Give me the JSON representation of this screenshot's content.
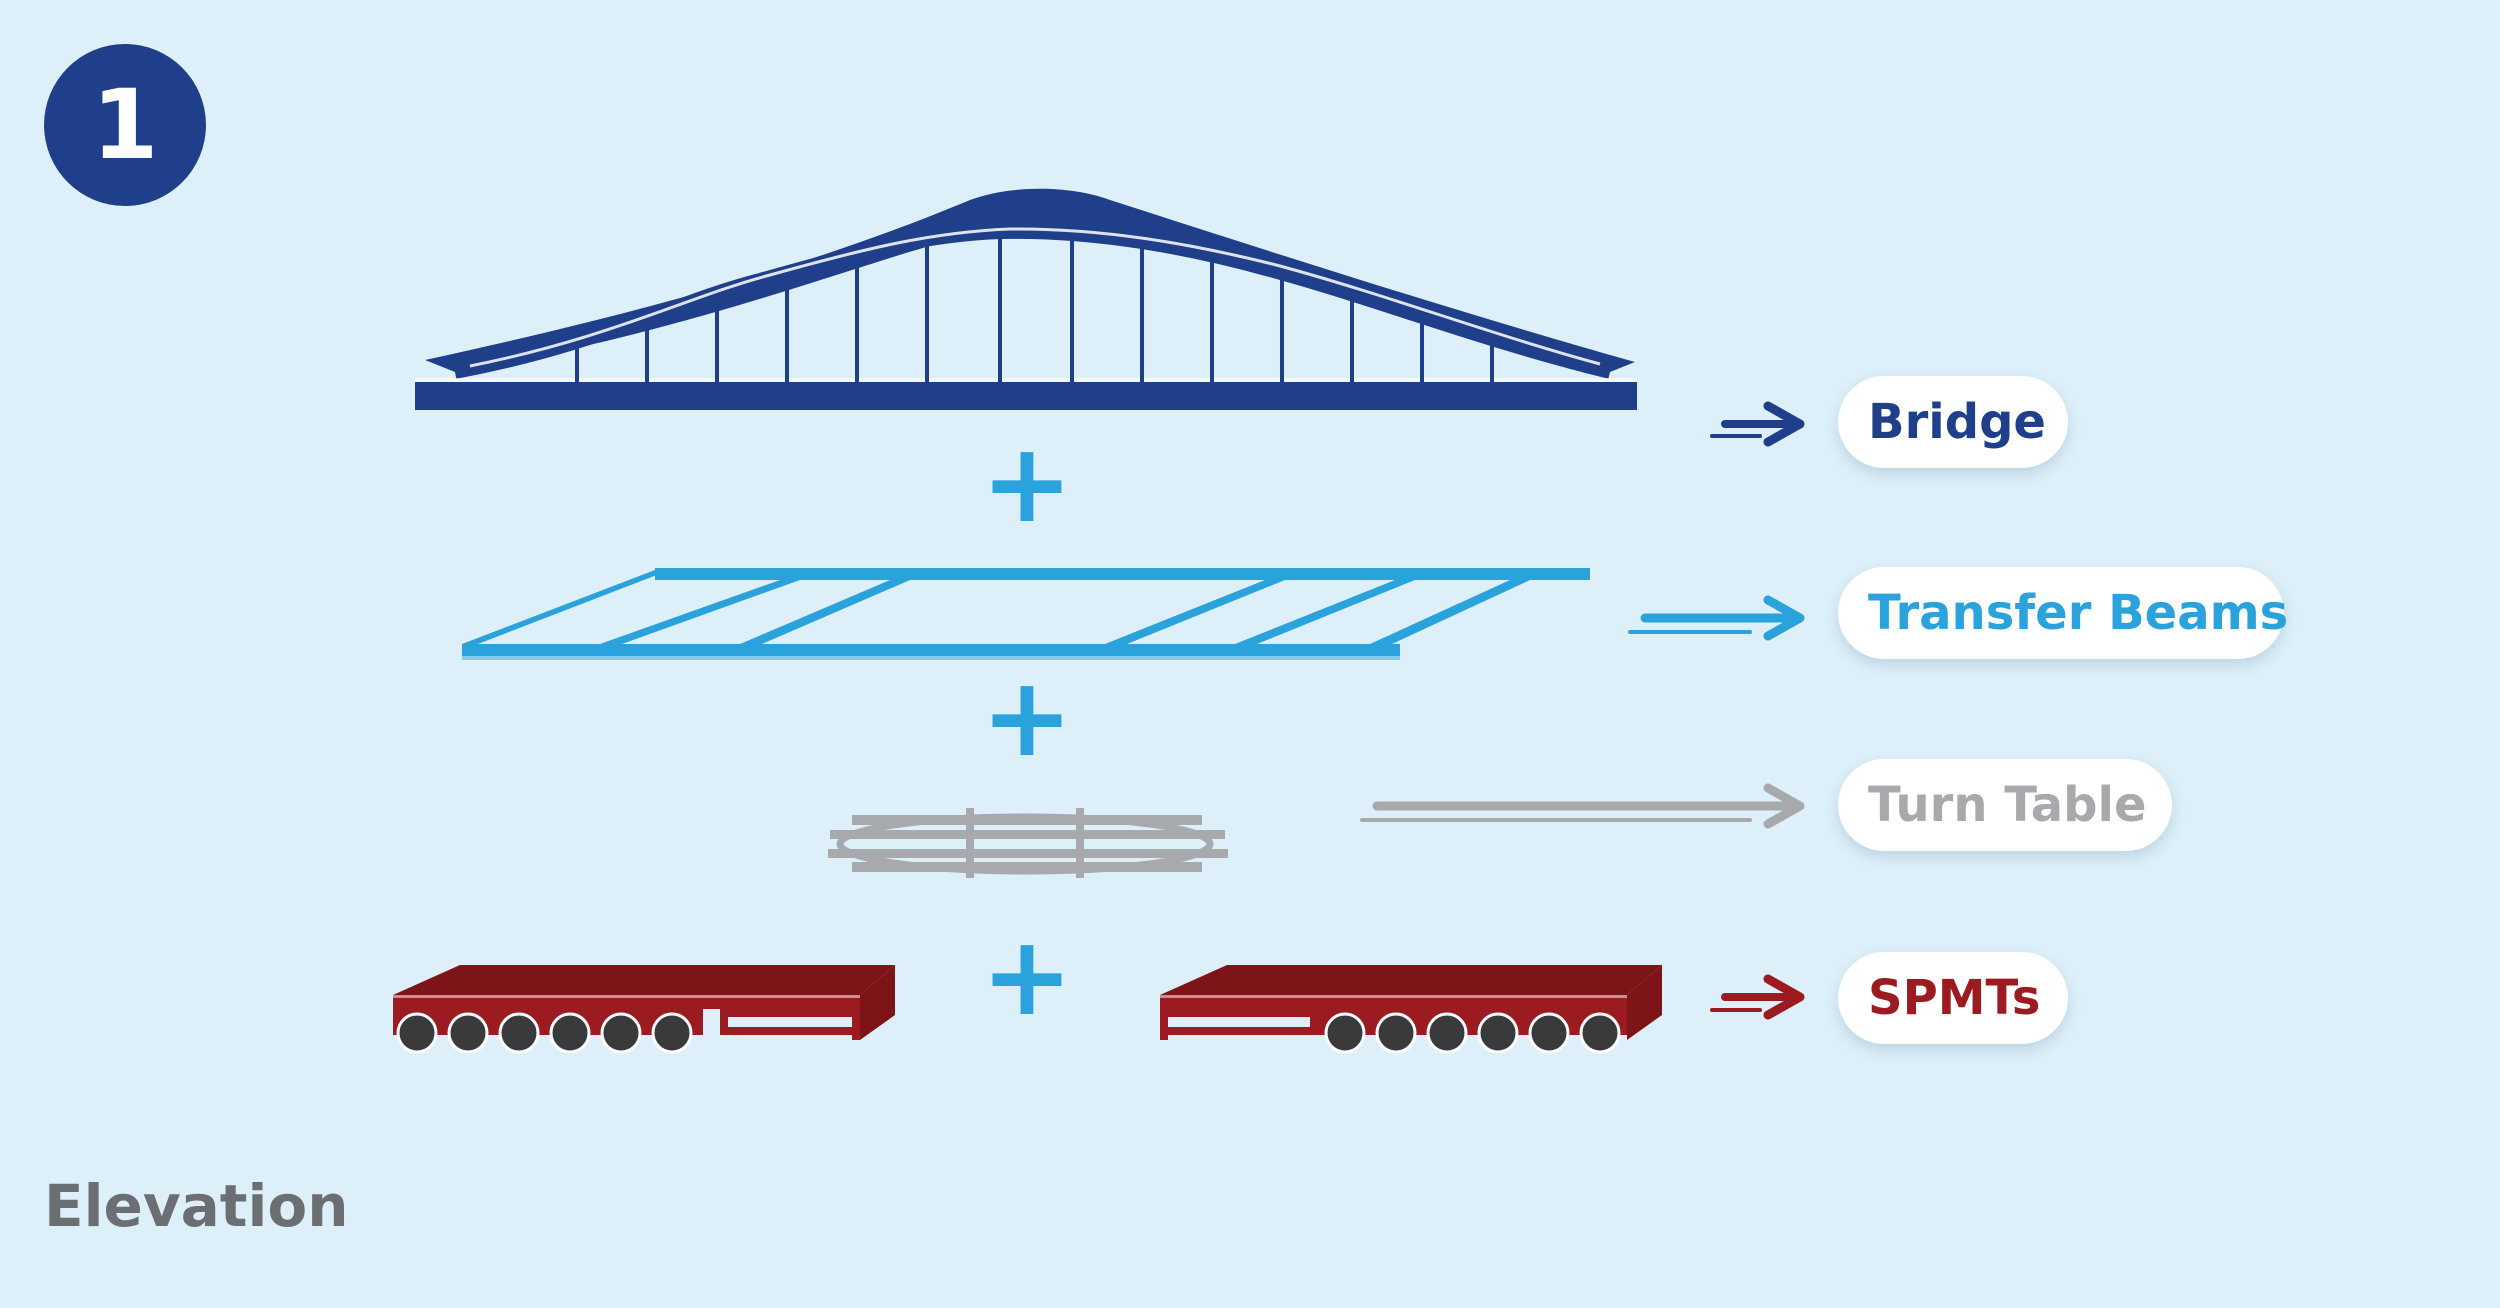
{
  "step": {
    "number": "1"
  },
  "labels": {
    "bridge": "Bridge",
    "transfer_beams": "Transfer Beams",
    "turn_table": "Turn Table",
    "spmts": "SPMTs"
  },
  "view_label": "Elevation",
  "operators": {
    "plus": "+"
  },
  "colors": {
    "background": "#ddf0f9",
    "bridge": "#1f3f8a",
    "transfer_beams": "#2aa3dc",
    "turn_table": "#a7a9ac",
    "spmts": "#9b1b20",
    "plus": "#2aa3dc",
    "view_label": "#6b6f73",
    "pill_bg": "#ffffff"
  },
  "icons": {
    "step_badge": "numbered-circle",
    "bridge": "arch-bridge-elevation-icon",
    "transfer_beams": "transfer-beam-frame-icon",
    "turn_table": "turn-table-icon",
    "spmt": "self-propelled-modular-transporter-icon",
    "arrow": "right-arrow-icon"
  }
}
